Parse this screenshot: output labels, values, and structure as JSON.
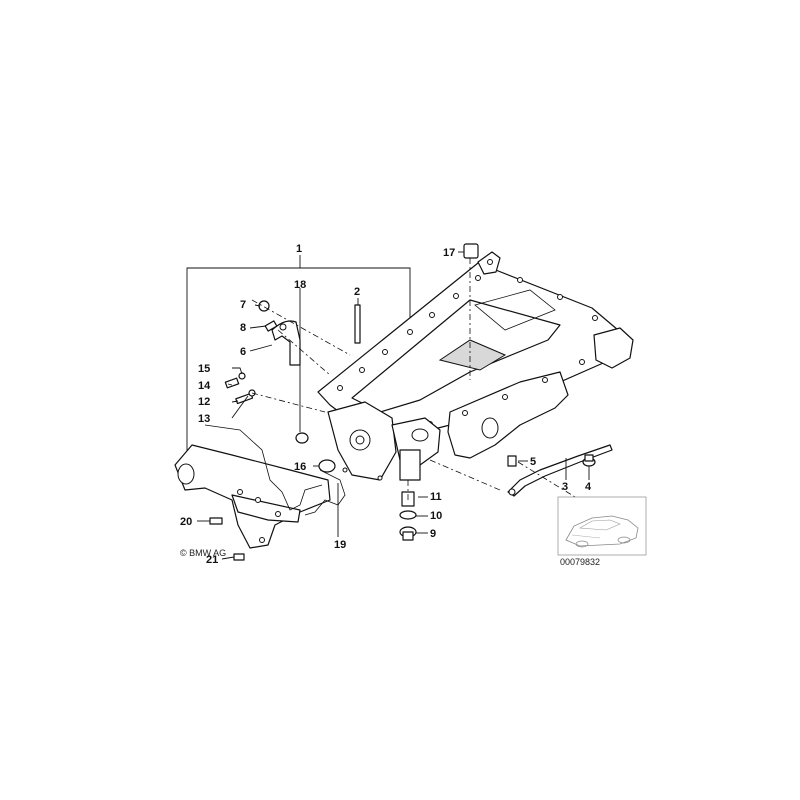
{
  "labels": {
    "l1": "1",
    "l2": "2",
    "l3": "3",
    "l4": "4",
    "l5": "5",
    "l6": "6",
    "l7": "7",
    "l8": "8",
    "l9": "9",
    "l10": "10",
    "l11": "11",
    "l12": "12",
    "l13": "13",
    "l14": "14",
    "l15": "15",
    "l16": "16",
    "l17": "17",
    "l18": "18",
    "l19": "19",
    "l20": "20",
    "l21": "21"
  },
  "copyright": "© BMW AG",
  "image_number": "00079832",
  "colors": {
    "line": "#111111",
    "background": "#ffffff",
    "shade": "#d8d8d8"
  }
}
